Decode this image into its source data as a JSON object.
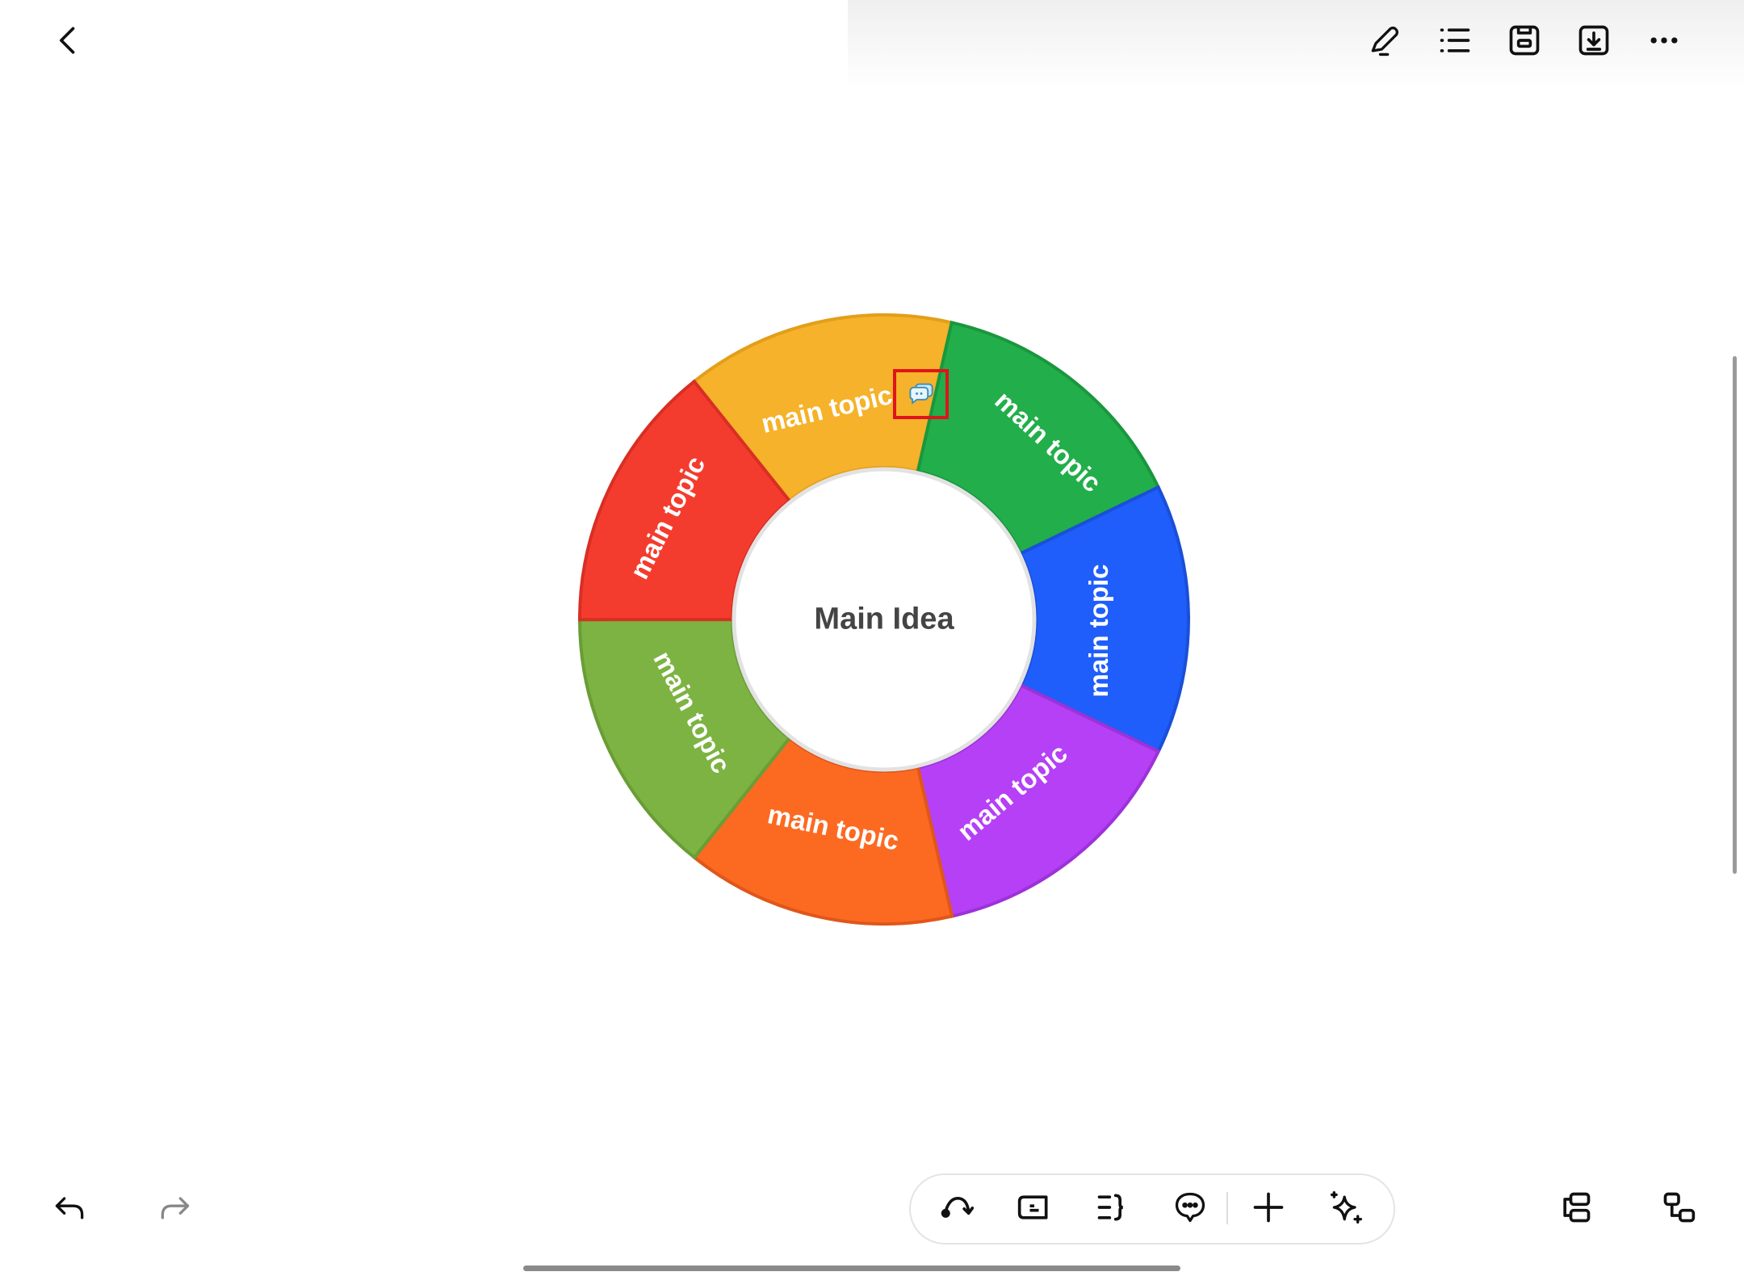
{
  "header": {
    "back": "back-icon",
    "actions": [
      "pen-icon",
      "outline-list-icon",
      "save-icon",
      "export-icon",
      "more-icon"
    ]
  },
  "mindmap": {
    "center_label": "Main Idea",
    "topics": [
      {
        "label": "main topic",
        "color": "#F5B22A",
        "stroke": "#E39E1A"
      },
      {
        "label": "main topic",
        "color": "#22AE4A",
        "stroke": "#1A973D"
      },
      {
        "label": "main topic",
        "color": "#1F5EFB",
        "stroke": "#1A4FD8"
      },
      {
        "label": "main topic",
        "color": "#B540F6",
        "stroke": "#9C32D8"
      },
      {
        "label": "main topic",
        "color": "#FC6A22",
        "stroke": "#E0561A"
      },
      {
        "label": "main topic",
        "color": "#7CB342",
        "stroke": "#6A9D35"
      },
      {
        "label": "main topic",
        "color": "#F43C2E",
        "stroke": "#D82F24"
      }
    ],
    "note_icon": "comment-icon"
  },
  "bottom_toolbar": {
    "left": [
      "undo-icon",
      "redo-icon"
    ],
    "tools": [
      "relationship-icon",
      "label-icon",
      "summary-icon",
      "callout-icon",
      "add-icon",
      "ai-sparkle-icon"
    ],
    "right": [
      "layout-icon",
      "structure-icon"
    ]
  }
}
